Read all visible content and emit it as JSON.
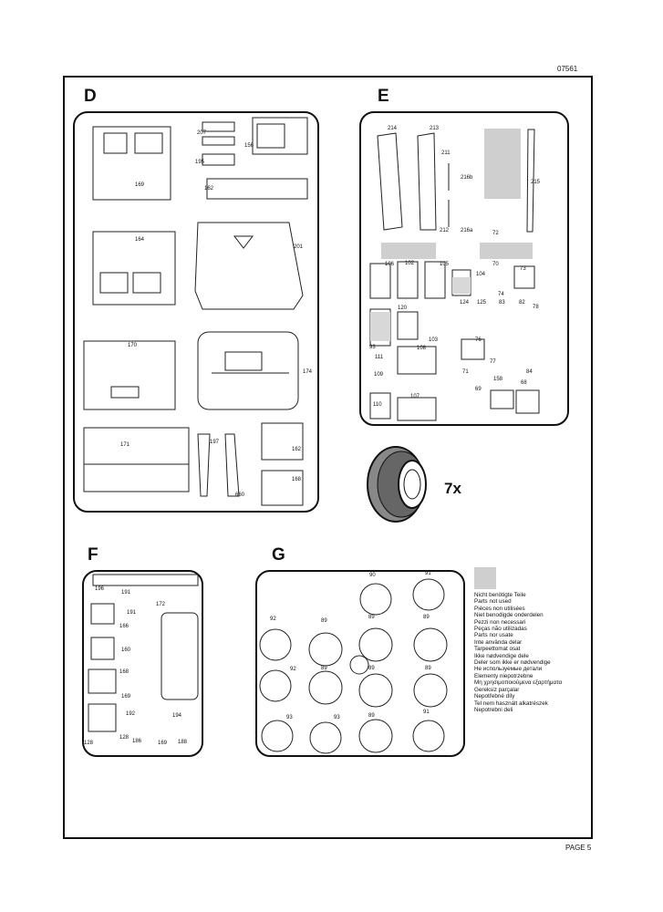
{
  "page": {
    "code": "07561",
    "page_label": "PAGE 5"
  },
  "sections": {
    "d": "D",
    "e": "E",
    "f": "F",
    "g": "G"
  },
  "tire_count": "7x",
  "panel_d": {
    "labels": [
      "207",
      "156",
      "195",
      "162",
      "169",
      "164",
      "201",
      "170",
      "174",
      "171",
      "197",
      "162",
      "168",
      "660"
    ]
  },
  "panel_e": {
    "labels": [
      "214",
      "213",
      "211",
      "216b",
      "215",
      "212",
      "216a",
      "72",
      "106",
      "102",
      "105",
      "70",
      "104",
      "73",
      "74",
      "120",
      "124",
      "125",
      "83",
      "82",
      "78",
      "93",
      "103",
      "76",
      "111",
      "108",
      "77",
      "109",
      "71",
      "158",
      "84",
      "110",
      "107",
      "69",
      "68"
    ]
  },
  "panel_f": {
    "labels": [
      "196",
      "191",
      "166",
      "191",
      "160",
      "172",
      "168",
      "169",
      "194",
      "192",
      "128",
      "128",
      "186",
      "169",
      "188"
    ]
  },
  "panel_g": {
    "labels": [
      "90",
      "91",
      "92",
      "89",
      "89",
      "89",
      "92",
      "89",
      "89",
      "89",
      "93",
      "93",
      "89",
      "91"
    ]
  },
  "legend": {
    "lines": [
      "Nicht benötigte Teile",
      "Parts not used",
      "Pièces non utilisées",
      "Niet benodigde onderdelen",
      "Pezzi non necessari",
      "Peças não utilizadas",
      "Parts nor usate",
      "Inte använda delar",
      "Tarpeettomat osat",
      "Ikke nødvendige dele",
      "Deler som ikke er nødvendige",
      "Не используемые детали",
      "Elementy niepotrzebne",
      "Μη χρησιμοποιούμενα εξαρτήματα",
      "Gereksiz parçalar",
      "Nepotřebné díly",
      "Tel nem használt alkatrészek",
      "Nepotrebni deli"
    ]
  }
}
